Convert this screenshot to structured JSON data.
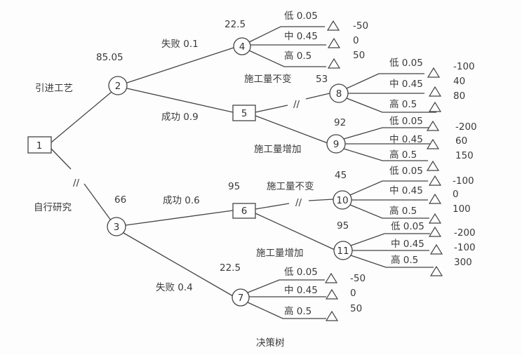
{
  "title": "决策树",
  "nodes": {
    "n1": "1",
    "n2": "2",
    "n3": "3",
    "n4": "4",
    "n5": "5",
    "n6": "6",
    "n7": "7",
    "n8": "8",
    "n9": "9",
    "n10": "10",
    "n11": "11"
  },
  "decisions": {
    "introduce": "引进工艺",
    "research": "自行研究",
    "cut": "//"
  },
  "expected_values": {
    "n2": "85.05",
    "n3": "66",
    "n4": "22.5",
    "n6": "95",
    "n7": "22.5",
    "n8": "53",
    "n9": "92",
    "n10": "45",
    "n11": "95"
  },
  "edges": {
    "n2_fail": "失败 0.1",
    "n2_success": "成功 0.9",
    "n3_success": "成功 0.6",
    "n3_fail": "失败 0.4",
    "n5_same": "施工量不变",
    "n5_increase": "施工量增加",
    "n6_same": "施工量不变",
    "n6_increase": "施工量增加"
  },
  "outcomes": {
    "n4": [
      {
        "label": "低 0.05",
        "value": "-50"
      },
      {
        "label": "中 0.45",
        "value": "0"
      },
      {
        "label": "高 0.5",
        "value": "50"
      }
    ],
    "n8": [
      {
        "label": "低 0.05",
        "value": "-100"
      },
      {
        "label": "中 0.45",
        "value": "40"
      },
      {
        "label": "高 0.5",
        "value": "80"
      }
    ],
    "n9": [
      {
        "label": "低 0.05",
        "value": "-200"
      },
      {
        "label": "中 0.45",
        "value": "60"
      },
      {
        "label": "高 0.5",
        "value": "150"
      }
    ],
    "n10": [
      {
        "label": "低 0.05",
        "value": "-100"
      },
      {
        "label": "中 0.45",
        "value": "0"
      },
      {
        "label": "高 0.5",
        "value": "100"
      }
    ],
    "n11": [
      {
        "label": "低 0.05",
        "value": "-200"
      },
      {
        "label": "中 0.45",
        "value": "-100"
      },
      {
        "label": "高 0.5",
        "value": "300"
      }
    ],
    "n7": [
      {
        "label": "低 0.05",
        "value": "-50"
      },
      {
        "label": "中 0.45",
        "value": "0"
      },
      {
        "label": "高 0.5",
        "value": "50"
      }
    ]
  }
}
